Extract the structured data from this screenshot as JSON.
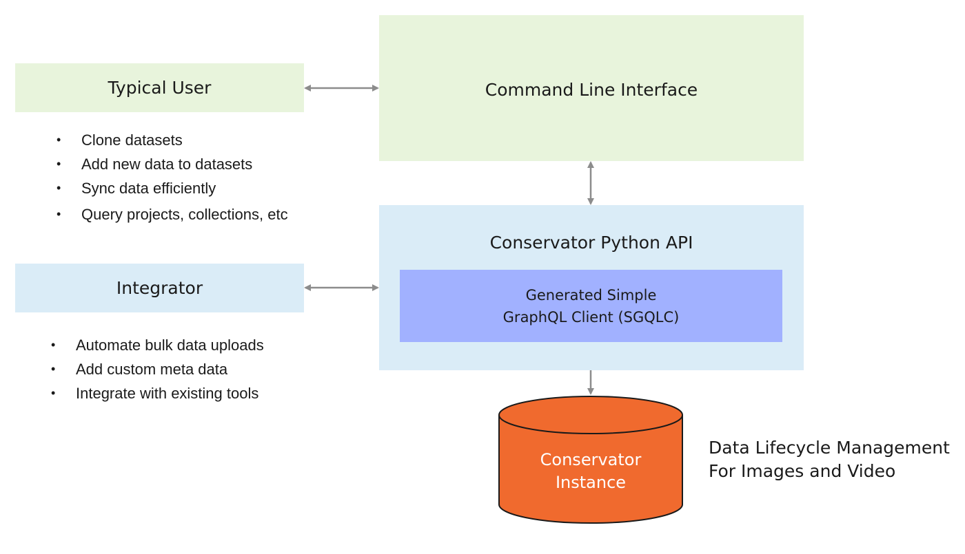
{
  "typical_user": {
    "title": "Typical User",
    "bullets": [
      "Clone datasets",
      "Add new data to datasets",
      "Sync data efficiently",
      "Query projects, collections, etc"
    ]
  },
  "integrator": {
    "title": "Integrator",
    "bullets": [
      "Automate bulk data uploads",
      "Add custom meta data",
      "Integrate with existing tools"
    ]
  },
  "cli": {
    "title": "Command Line Interface"
  },
  "api": {
    "title": "Conservator Python API",
    "sgqlc_line1": "Generated Simple",
    "sgqlc_line2": "GraphQL Client (SGQLC)"
  },
  "instance": {
    "line1": "Conservator",
    "line2": "Instance"
  },
  "tagline": {
    "line1": "Data Lifecycle Management",
    "line2": "For Images and Video"
  },
  "colors": {
    "green_box": "#e8f4dc",
    "blue_box": "#daecf7",
    "purple_box": "#a1b1ff",
    "database_orange": "#f06a2e",
    "arrow_gray": "#8c8c8c"
  }
}
